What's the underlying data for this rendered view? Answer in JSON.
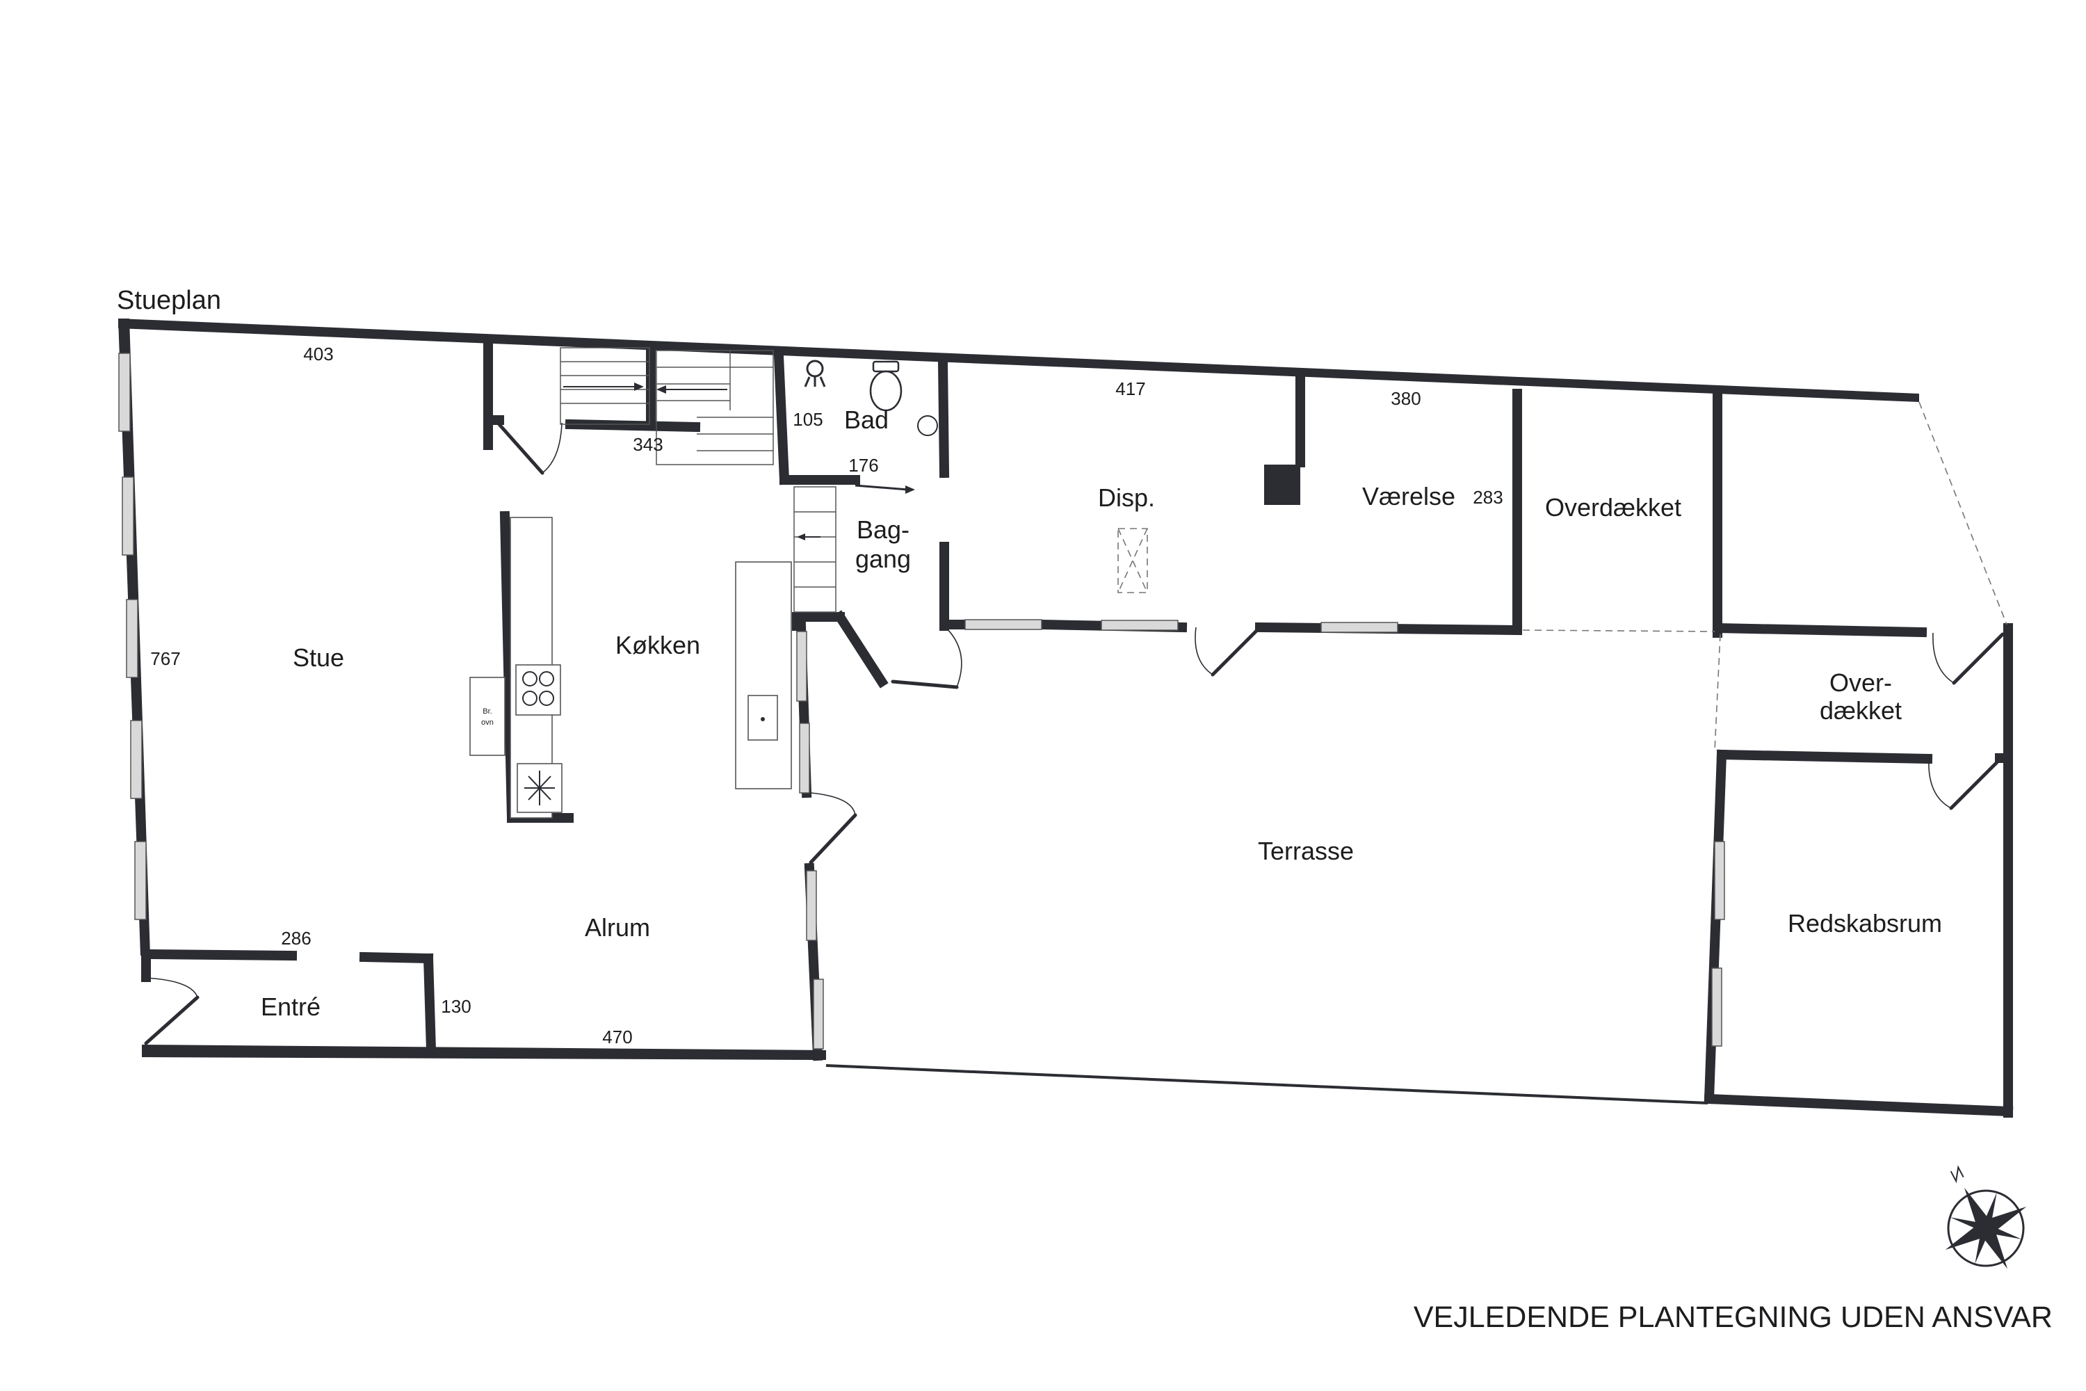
{
  "plan_title": "Stueplan",
  "disclaimer": "VEJLEDENDE PLANTEGNING UDEN ANSVAR",
  "rooms": {
    "stue": "Stue",
    "koekken": "Køkken",
    "alrum": "Alrum",
    "entre": "Entré",
    "bad": "Bad",
    "baggang_1": "Bag-",
    "baggang_2": "gang",
    "disp": "Disp.",
    "vaerelse": "Værelse",
    "overdaekket": "Overdækket",
    "overdaekket2_1": "Over-",
    "overdaekket2_2": "dækket",
    "terrasse": "Terrasse",
    "redskabsrum": "Redskabsrum"
  },
  "dimensions": {
    "d403": "403",
    "d343": "343",
    "d105": "105",
    "d176": "176",
    "d417": "417",
    "d380": "380",
    "d283": "283",
    "d767": "767",
    "d286": "286",
    "d130": "130",
    "d470": "470"
  },
  "fixtures": {
    "oven_1": "Br.",
    "oven_2": "ovn"
  },
  "colors": {
    "wall": "#2b2d33",
    "window": "#d9d9d9",
    "background": "#ffffff"
  },
  "compass": "compass-rose-icon"
}
